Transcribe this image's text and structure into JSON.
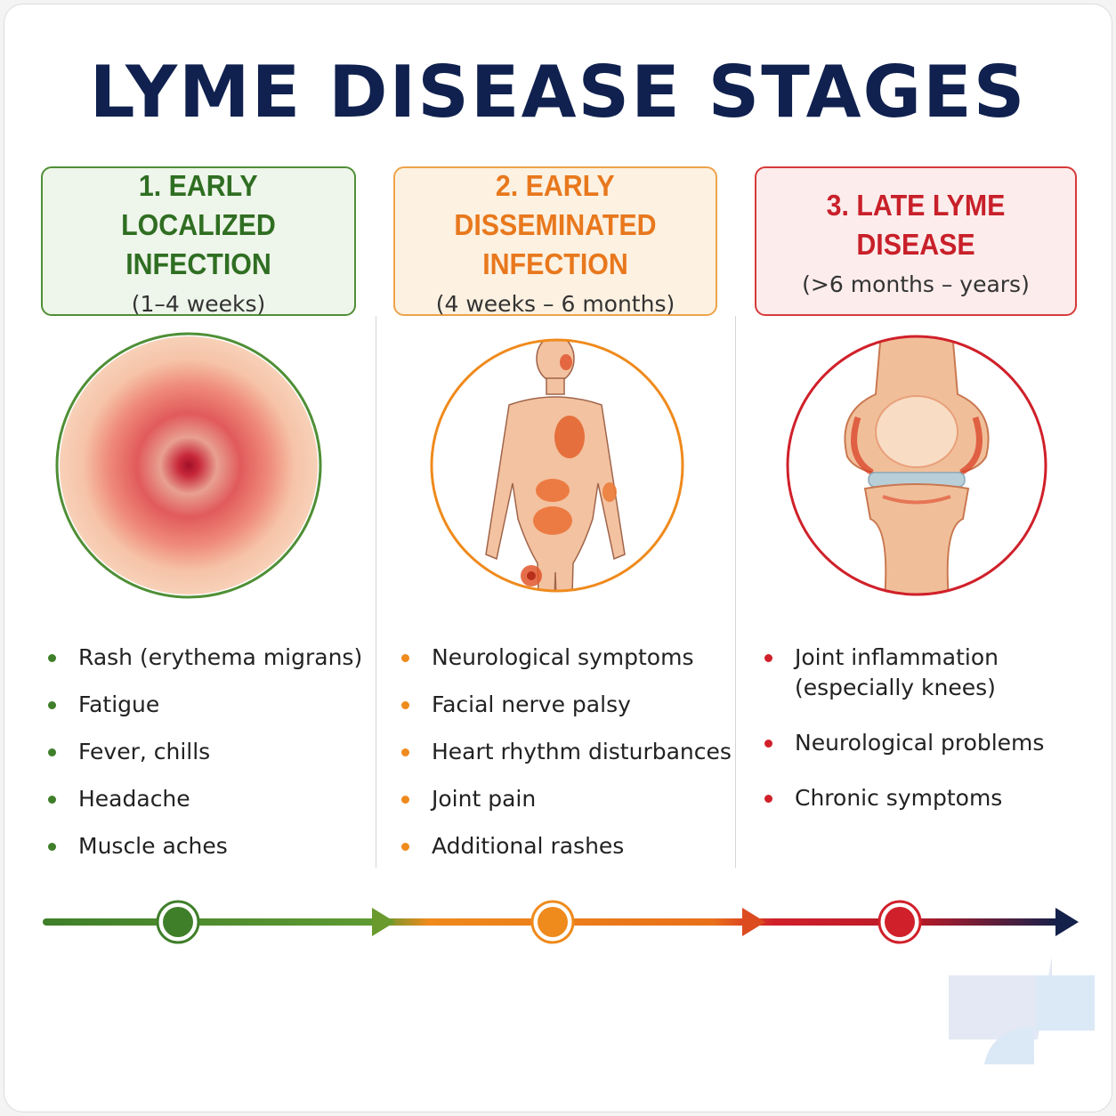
{
  "title": "LYME DISEASE STAGES",
  "stages": [
    {
      "title_line1": "1. EARLY",
      "title_line2": "LOCALIZED INFECTION",
      "duration": "(1–4 weeks)",
      "color": "#4f8f36",
      "illustration": "erythema-migrans-rash",
      "symptoms": [
        "Rash (erythema migrans)",
        "Fatigue",
        "Fever, chills",
        "Headache",
        "Muscle aches"
      ]
    },
    {
      "title_line1": "2. EARLY",
      "title_line2": "DISSEMINATED INFECTION",
      "duration": "(4 weeks – 6 months)",
      "color": "#ef8a1c",
      "illustration": "human-body-with-rashes",
      "symptoms": [
        "Neurological symptoms",
        "Facial nerve palsy",
        "Heart rhythm disturbances",
        "Joint pain",
        "Additional rashes"
      ]
    },
    {
      "title_line1": "3. LATE LYME DISEASE",
      "duration": "(>6 months – years)",
      "color": "#d0202a",
      "illustration": "inflamed-knee-joint",
      "symptoms": [
        "Joint inflammation (especially knees)",
        "Neurological problems",
        "Chronic symptoms"
      ]
    }
  ],
  "timeline": {
    "colors": [
      "#3f7f2a",
      "#ef8a1c",
      "#d0202a",
      "#14214a"
    ]
  }
}
